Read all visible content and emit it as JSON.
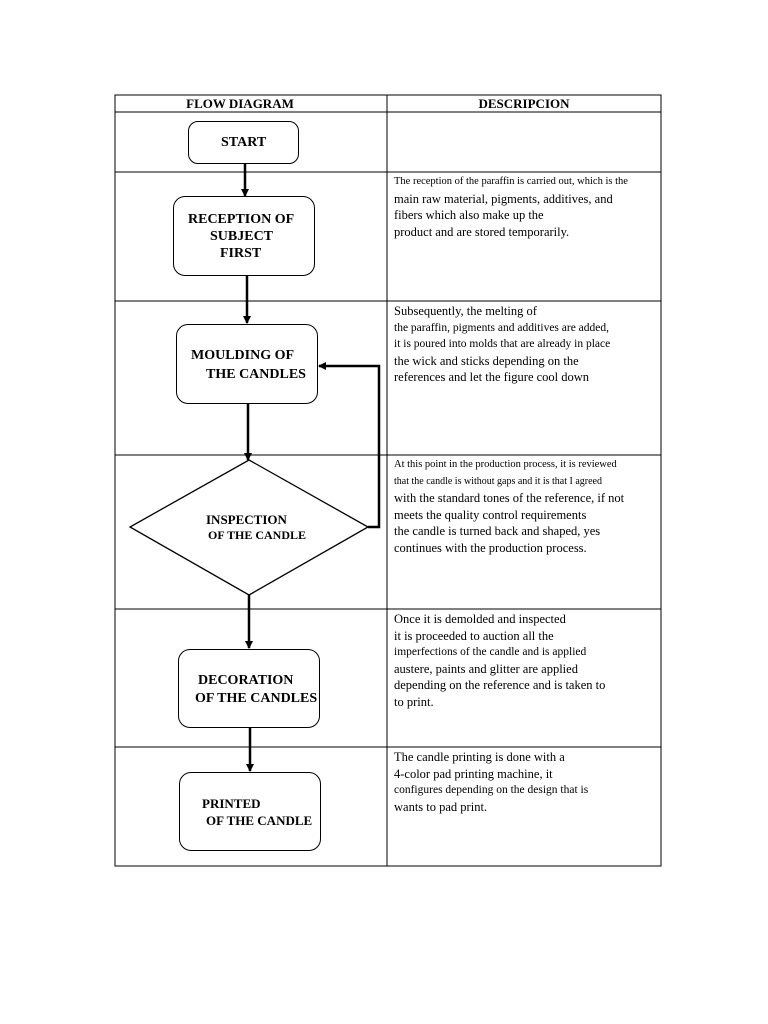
{
  "headers": {
    "flow": "FLOW DIAGRAM",
    "description": "DESCRIPCION"
  },
  "steps": {
    "start": {
      "lines": [
        "START"
      ]
    },
    "reception": {
      "lines": [
        "RECEPTION OF",
        "SUBJECT",
        "FIRST"
      ]
    },
    "moulding": {
      "lines": [
        "MOULDING OF",
        "THE CANDLES"
      ]
    },
    "inspection": {
      "lines": [
        "INSPECTION",
        "OF THE CANDLE"
      ]
    },
    "decoration": {
      "lines": [
        "DECORATION",
        "OF THE CANDLES"
      ]
    },
    "printed": {
      "lines": [
        "PRINTED",
        "OF THE CANDLE"
      ]
    }
  },
  "descriptions": {
    "reception": [
      "The reception of the paraffin is carried out, which is the",
      "main raw material, pigments, additives, and",
      "fibers which also make up the",
      "product and are stored temporarily."
    ],
    "moulding": [
      "Subsequently, the melting of",
      "the paraffin, pigments and additives are added,",
      "it is poured into molds that are already in place",
      "the wick and sticks depending on the",
      "references and let the figure cool down"
    ],
    "inspection": [
      "At this point in the production process, it is reviewed",
      "that the candle is without gaps and it is that I agreed",
      "with the standard tones of the reference, if not",
      "meets the quality control requirements",
      "the candle is turned back and shaped, yes",
      "continues with the production process."
    ],
    "decoration": [
      "Once it is demolded and inspected",
      "it is proceeded to auction all the",
      "imperfections of the candle and is applied",
      "austere, paints and glitter are applied",
      "depending on the reference and is taken to",
      "to print."
    ],
    "printed": [
      "The candle printing is done with a",
      "4-color pad printing machine, it",
      "configures depending on the design that is",
      "wants to pad print."
    ]
  }
}
